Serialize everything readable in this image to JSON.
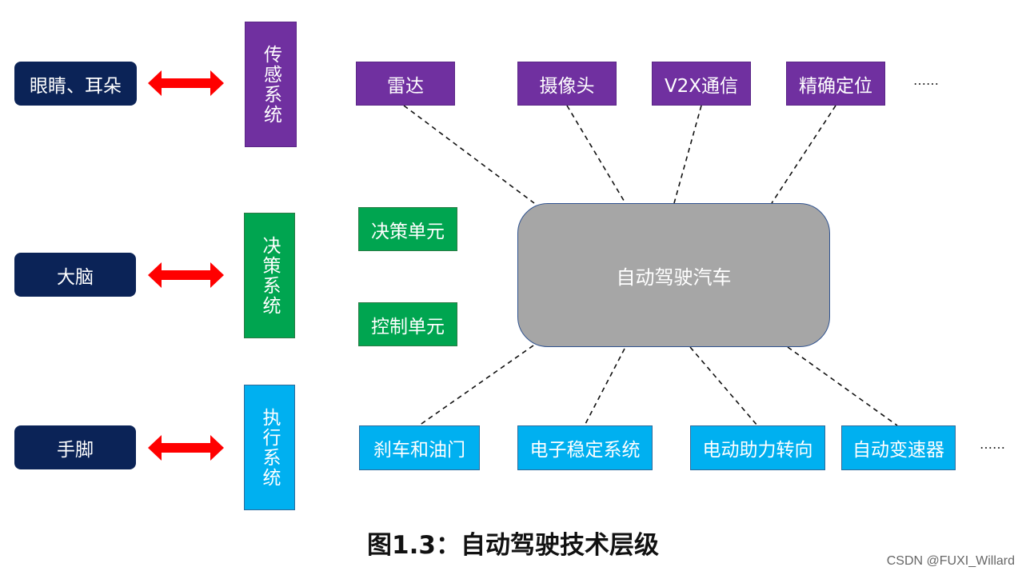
{
  "human_parts": [
    {
      "label": "眼睛、耳朵"
    },
    {
      "label": "大脑"
    },
    {
      "label": "手脚"
    }
  ],
  "systems": [
    {
      "label": "传感系统",
      "color": "#7030a0"
    },
    {
      "label": "决策系统",
      "color": "#00a550"
    },
    {
      "label": "执行系统",
      "color": "#00b0f0"
    }
  ],
  "sensors": [
    "雷达",
    "摄像头",
    "V2X通信",
    "精确定位"
  ],
  "decision_units": [
    "决策单元",
    "控制单元"
  ],
  "actuators": [
    "刹车和油门",
    "电子稳定系统",
    "电动助力转向",
    "自动变速器"
  ],
  "ellipsis": "……",
  "center": {
    "label": "自动驾驶汽车",
    "color": "#a6a6a6"
  },
  "arrow_color": "#ff0000",
  "caption": "图1.3：自动驾驶技术层级",
  "watermark": "CSDN @FUXI_Willard"
}
